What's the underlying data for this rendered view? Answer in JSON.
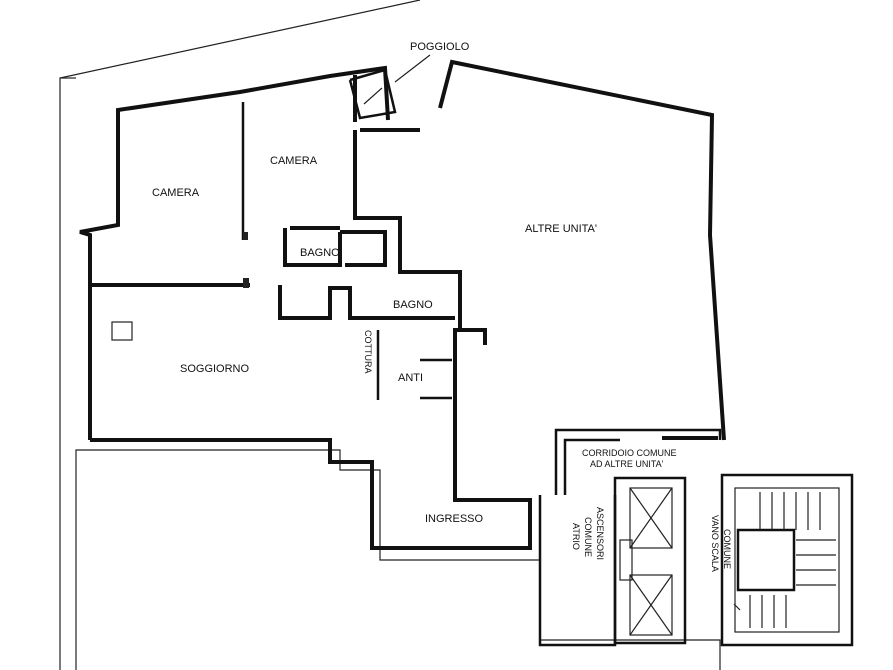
{
  "labels": {
    "poggiolo": "POGGIOLO",
    "camera_1": "CAMERA",
    "camera_2": "CAMERA",
    "bagno_1": "BAGNO",
    "bagno_2": "BAGNO",
    "altre_unita": "ALTRE UNITA'",
    "soggiorno": "SOGGIORNO",
    "cottura": "COTTURA",
    "anti": "ANTI",
    "ingresso": "INGRESSO",
    "corridoio_comune_line1": "CORRIDOIO COMUNE",
    "corridoio_comune_line2": "AD ALTRE UNITA'",
    "atrio_line1": "ATRIO",
    "atrio_line2": "COMUNE",
    "atrio_line3": "ASCENSORI",
    "vano_scala_line1": "VANO SCALA",
    "vano_scala_line2": "COMUNE"
  }
}
